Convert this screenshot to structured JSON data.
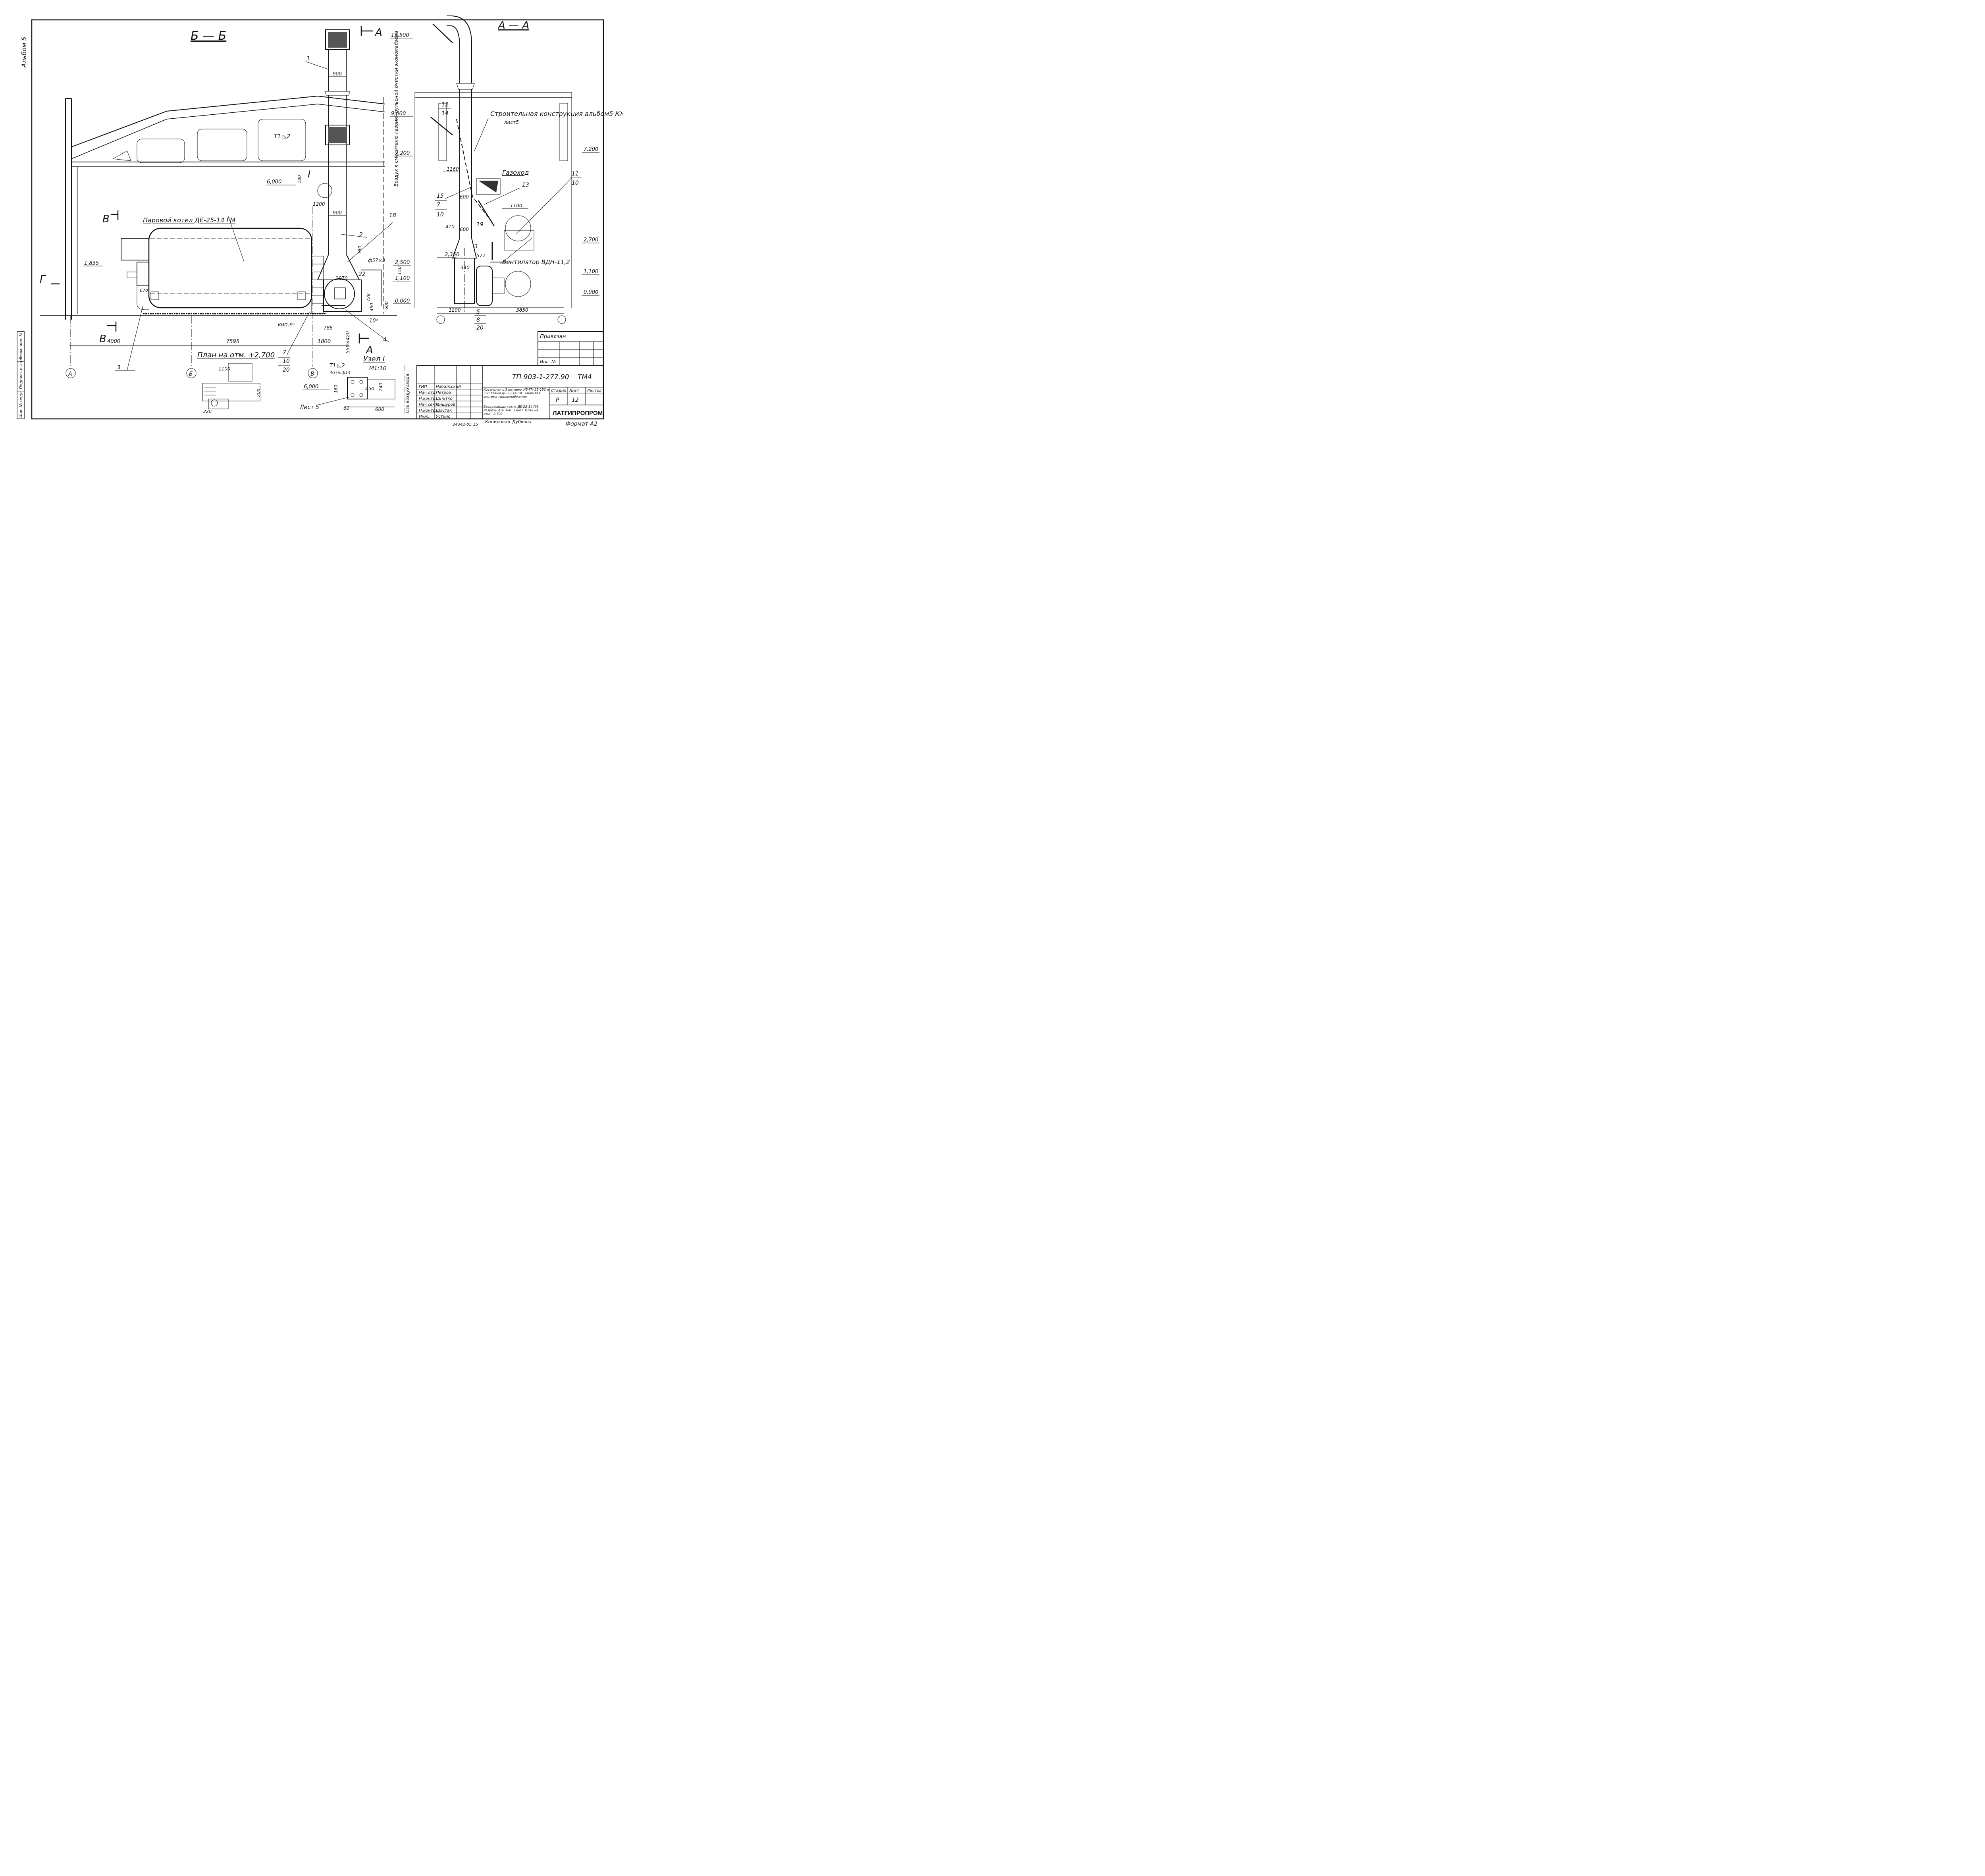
{
  "album": "Альбом 5",
  "sections": {
    "bb": "Б — Б",
    "aa": "А — А",
    "a_mark": "А",
    "v_mark": "В",
    "g_mark": "Г"
  },
  "labels": {
    "boiler": "Паровой котел ДЕ-25-14 ГМ",
    "air_duct_note": "Воздух к смесителю газоим- пульсной очистки экономайзера",
    "construction": "Строительная конструкция альбом5 КЖ2",
    "construction_sheet": "лист5",
    "gas_duct": "Газоход",
    "fan": "Вентилятор ВДН-11,2",
    "kip": "КИП-5ᵐ",
    "t1_weld": "Т1 ◺2",
    "node_i": "I",
    "roman_one": "I"
  },
  "elevations": [
    "13,500",
    "9,000",
    "7,200",
    "6,000",
    "2,500",
    "1,835",
    "1,100",
    "0,000",
    "2,350",
    "2,700",
    "7,200",
    "1,100",
    "0,000"
  ],
  "dims": [
    "900",
    "900",
    "1200",
    "180",
    "150",
    "1070",
    "728",
    "450",
    "600",
    "785",
    "1800",
    "7595",
    "4000",
    "550×420",
    "1160",
    "600",
    "410",
    "600",
    "577",
    "340",
    "1100",
    "1200",
    "3850",
    "ф57×3",
    "670",
    "10ᵃ",
    "22",
    "160"
  ],
  "callouts": [
    "1",
    "2",
    "3",
    "4",
    "18",
    "12",
    "14",
    "15",
    "7",
    "10",
    "19",
    "11",
    "10",
    "13",
    "3",
    "5",
    "8",
    "20",
    "7",
    "10",
    "20"
  ],
  "axes": [
    "А",
    "Б",
    "В"
  ],
  "plan": {
    "title": "План на отм. +2,700",
    "dims": [
      "1100",
      "200",
      "220"
    ]
  },
  "node": {
    "title": "Узел I",
    "scale": "М1:10",
    "weld": "Т1 ◺2",
    "holes": "4отв.ф14",
    "dims": [
      "450",
      "240",
      "160",
      "60",
      "600"
    ],
    "elev": "6,000",
    "sheet": "Лист 5",
    "axis_note": "Ось воздуховода"
  },
  "title_block": {
    "bound": "Привязан",
    "inv_no": "Инв. №",
    "project_code": "ТП 903-1-277.90",
    "mark": "ТМ4",
    "roles": [
      "ГИП",
      "Нач.отд.",
      "Н.контр.",
      "Нач.сект.",
      "Н.контр.",
      "Инж."
    ],
    "names": [
      "Набальский",
      "Петров",
      "Шнитко",
      "Мищуров",
      "Шастак",
      "Устинс"
    ],
    "description": "Котельная с 3 котлами КВ-ГМ-35-150 и 3 котлами ДЕ-25-14 ГМ. Закрытая система теплоснабжения",
    "sheet_title": "Воздуховоды котла ДЕ-25-14 ГМ. Разрезы А-А, Б-Б. Узел I. План на отм.+2,700",
    "stage_label": "Стадия",
    "sheet_label": "Лист",
    "sheets_label": "Листов",
    "stage": "Р",
    "sheet": "12",
    "org": "ЛАТГИПРОПРОМ",
    "copied": "Копировал",
    "copier": "Дубкова",
    "format": "Формат А2",
    "number": "24342-05 15"
  },
  "side_stamp": [
    "Инв. № подл.",
    "Подпись и дата",
    "Взам. инв. №"
  ]
}
